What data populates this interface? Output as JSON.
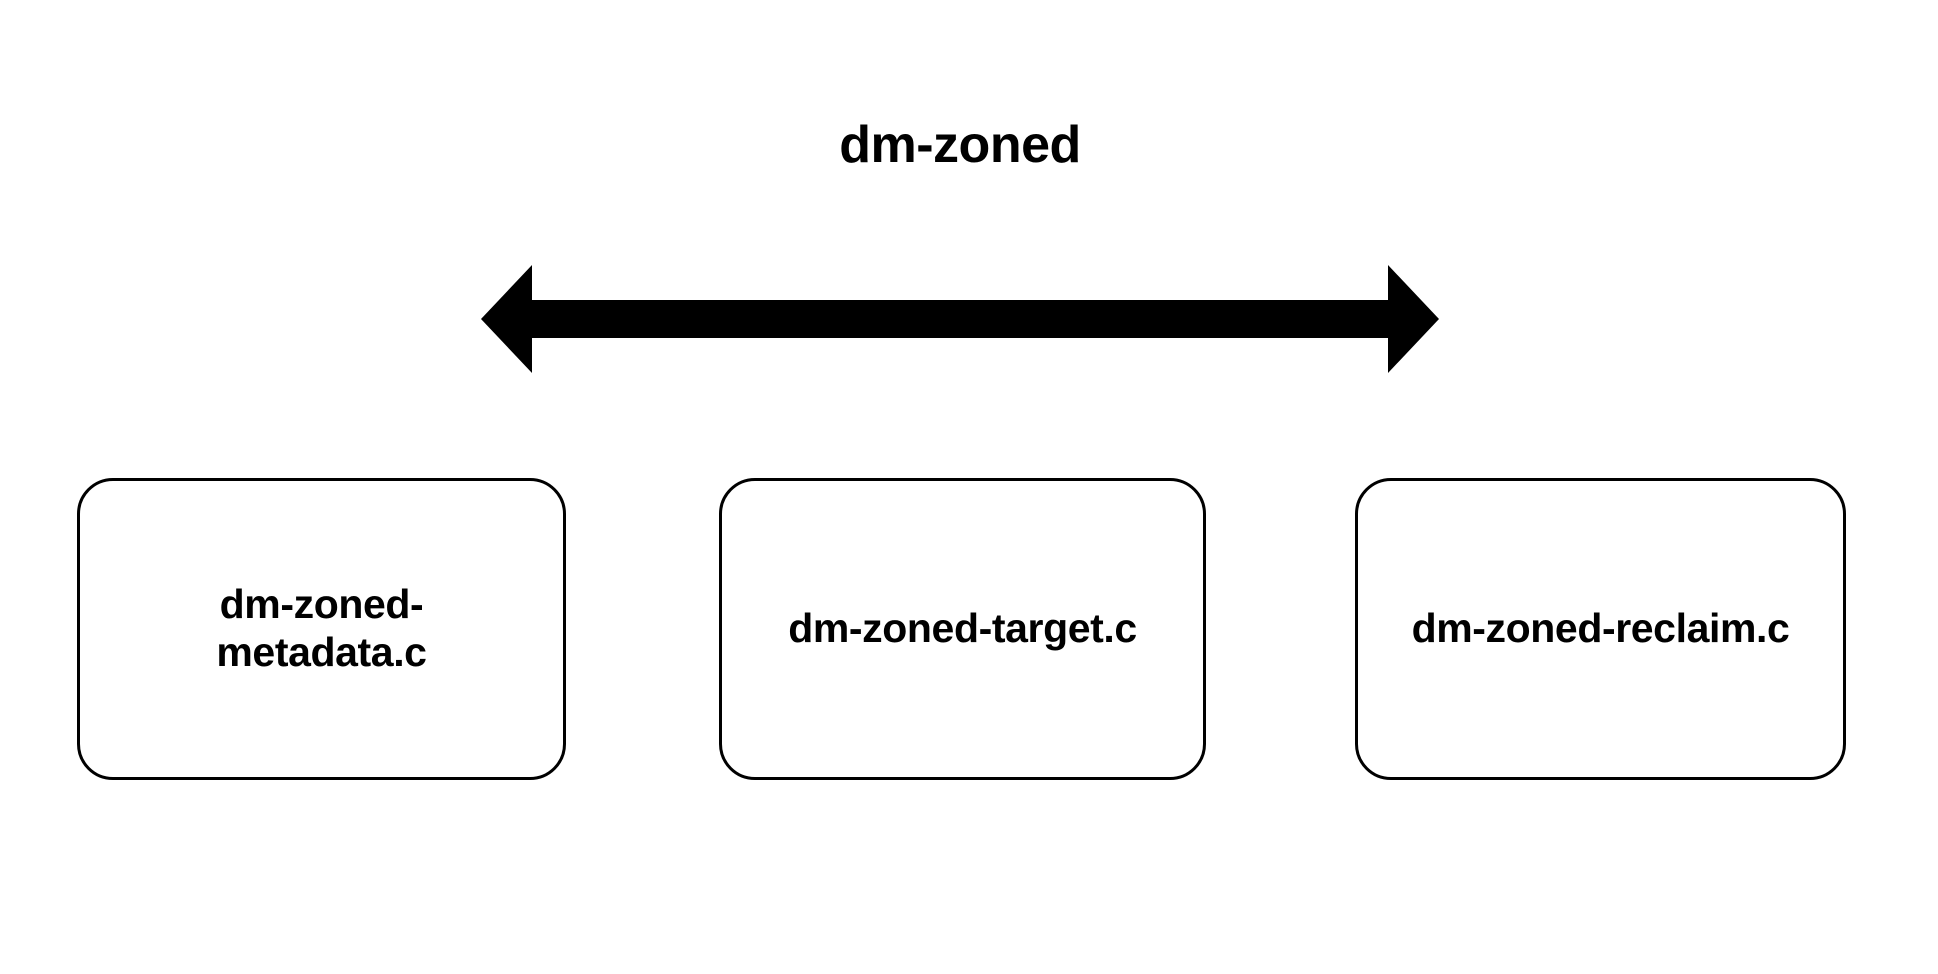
{
  "diagram": {
    "title": "dm-zoned",
    "background_color": "#ffffff",
    "stroke_color": "#000000",
    "arrow": {
      "name": "double-headed-arrow",
      "direction": "bidirectional",
      "color": "#000000"
    },
    "nodes": [
      {
        "id": "dm-zoned-metadata",
        "label": "dm-zoned-metadata.c"
      },
      {
        "id": "dm-zoned-target",
        "label": "dm-zoned-target.c"
      },
      {
        "id": "dm-zoned-reclaim",
        "label": "dm-zoned-reclaim.c"
      }
    ]
  }
}
